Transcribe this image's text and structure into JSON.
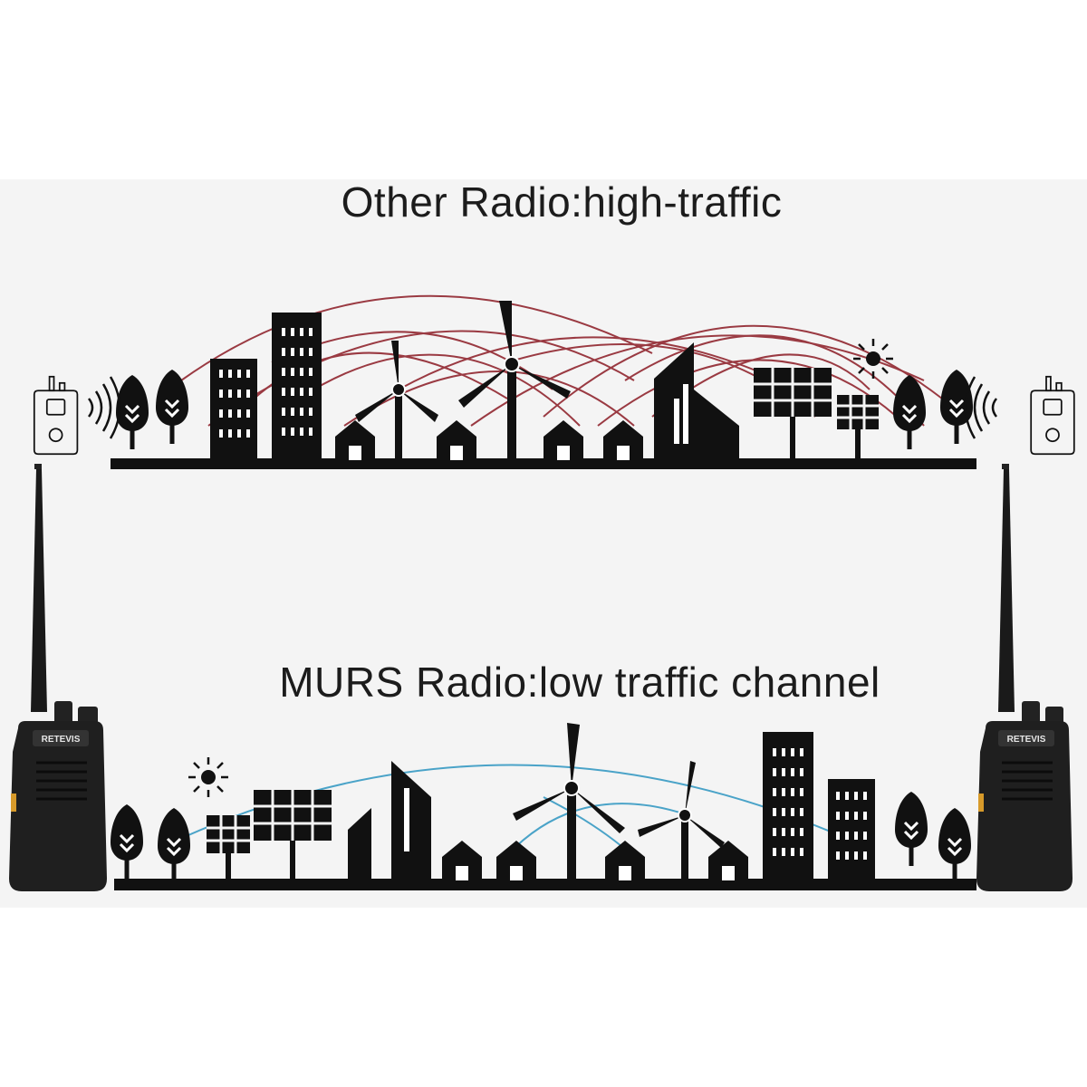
{
  "top_scene": {
    "title": "Other Radio:high-traffic",
    "signal_color": "#8b1a24"
  },
  "bottom_scene": {
    "title": "MURS Radio:low traffic channel",
    "signal_color": "#4aa3c8"
  },
  "radio": {
    "brand": "RETEVIS"
  }
}
